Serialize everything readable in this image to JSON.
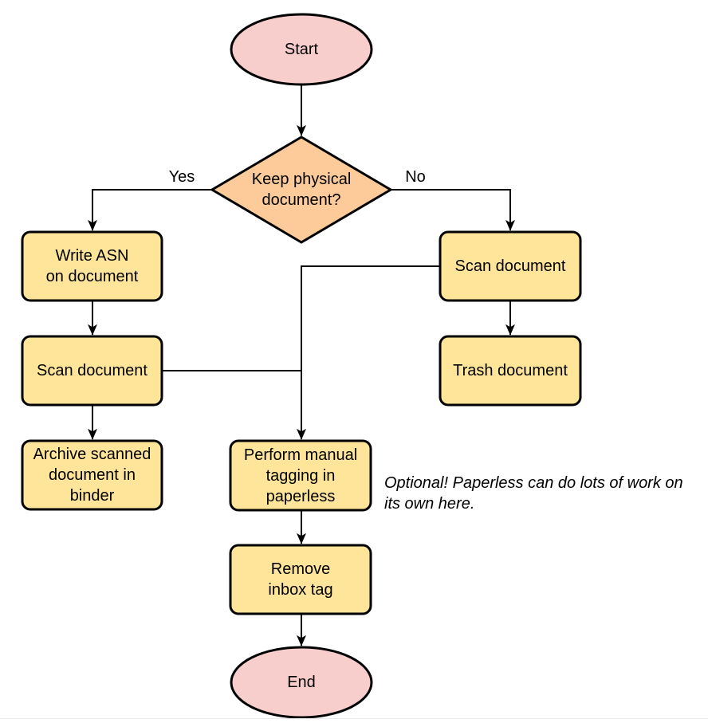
{
  "colors": {
    "terminator_fill": "#f8cecc",
    "decision_fill": "#fdcb99",
    "process_fill": "#ffe599",
    "stroke": "#000000",
    "bottom_line": "#e8eaed"
  },
  "nodes": {
    "start": {
      "label": "Start",
      "type": "terminator"
    },
    "decision": {
      "label": "Keep physical\ndocument?",
      "type": "decision"
    },
    "write_asn": {
      "label": "Write ASN\non document",
      "type": "process"
    },
    "scan_left": {
      "label": "Scan document",
      "type": "process"
    },
    "archive": {
      "label": "Archive scanned\ndocument in\nbinder",
      "type": "process"
    },
    "scan_right": {
      "label": "Scan document",
      "type": "process"
    },
    "trash": {
      "label": "Trash document",
      "type": "process"
    },
    "tagging": {
      "label": "Perform manual\ntagging in\npaperless",
      "type": "process"
    },
    "remove_inbox": {
      "label": "Remove\ninbox tag",
      "type": "process"
    },
    "end": {
      "label": "End",
      "type": "terminator"
    }
  },
  "edge_labels": {
    "yes": "Yes",
    "no": "No"
  },
  "annotation": {
    "text": "Optional! Paperless can do lots of work on\nits own here."
  }
}
